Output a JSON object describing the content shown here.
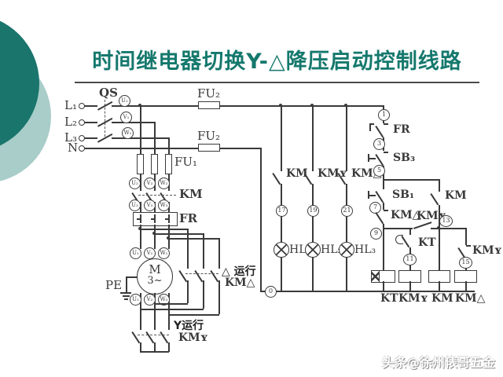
{
  "slide": {
    "title": "时间继电器切换Y-△降压启动控制线路",
    "watermark": "头条@徐州俵哥五金"
  },
  "colors": {
    "teal_dark": "#1a756c",
    "teal_light": "#a9cdc9",
    "title_text": "#15786d",
    "line": "#3a3a3a"
  },
  "labels": {
    "l1": "L₁",
    "l2": "L₂",
    "l3": "L₃",
    "n": "N",
    "qs": "QS",
    "fu2": "FU₂",
    "fu1": "FU₁",
    "km": "KM",
    "fr": "FR",
    "pe": "PE",
    "u1": "U₁",
    "v1": "V₁",
    "w1": "W₁",
    "u2": "U₂",
    "v2": "V₂",
    "w2": "W₂",
    "u3": "U₃",
    "v3": "V₃",
    "w3": "W₃",
    "motor_m": "M",
    "motor_ph": "3~",
    "delta_run": "△ 运行",
    "km_delta": "KM△",
    "y_run": "Y运行",
    "km_y": "KMʏ"
  },
  "lamps": [
    {
      "contact": "KM",
      "num": "17",
      "name": "HL₁"
    },
    {
      "contact": "KMʏ",
      "num": "19",
      "name": "HL₂"
    },
    {
      "contact": "KM△",
      "num": "21",
      "name": "HL₃"
    }
  ],
  "control": {
    "num1": "1",
    "fr": "FR",
    "num3": "3",
    "sb3": "SB₃",
    "num5": "5",
    "sb1": "SB₁",
    "num7": "7",
    "km_delta_nc": "KM△",
    "num9": "9",
    "km_hold": "KM",
    "kt_contact": "KT",
    "num11": "11",
    "kmy_no": "KMʏ",
    "num13": "13",
    "kmy_nc": "KMʏ",
    "num15": "15",
    "num0": "0"
  },
  "coils": [
    {
      "label": "KT"
    },
    {
      "label": "KMʏ"
    },
    {
      "label": "KM"
    },
    {
      "label": "KM△"
    }
  ]
}
